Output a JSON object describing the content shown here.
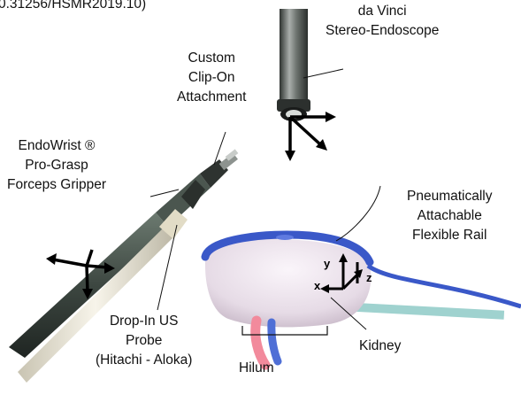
{
  "doi_fragment": "0.31256/HSMR2019.10)",
  "labels": {
    "endoscope": [
      "da Vinci",
      "Stereo-Endoscope"
    ],
    "clip": [
      "Custom",
      "Clip-On",
      "Attachment"
    ],
    "endowrist": [
      "EndoWrist ®",
      "Pro-Grasp",
      "Forceps Gripper"
    ],
    "rail": [
      "Pneumatically",
      "Attachable",
      "Flexible Rail"
    ],
    "probe": [
      "Drop-In US",
      "Probe",
      "(Hitachi - Aloka)"
    ],
    "hilum": "Hilum",
    "kidney": "Kidney"
  },
  "axes": {
    "x": "x",
    "y": "y",
    "z": "z"
  },
  "colors": {
    "rail_blue": "#3a58c8",
    "kidney": "#ece3ec",
    "artery": "#f28a9c",
    "vein": "#4f6fd6",
    "ureter": "#9fd2cf",
    "instrument": "#3f4a43",
    "probe_cable": "#ece8da"
  }
}
